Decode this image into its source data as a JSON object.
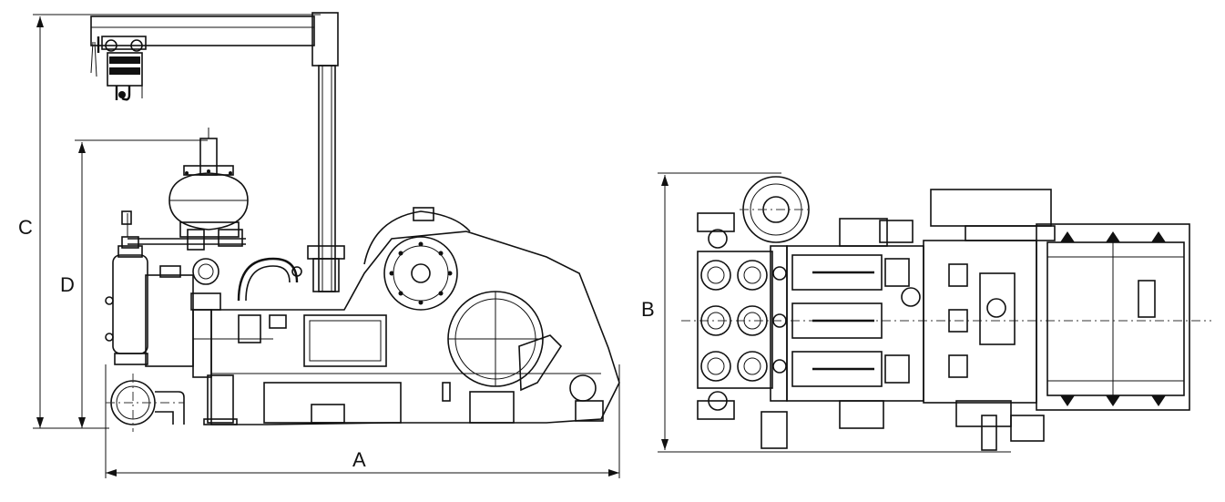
{
  "dimensions": {
    "a": "A",
    "b": "B",
    "c": "C",
    "d": "D"
  },
  "views": {
    "side": "side-elevation",
    "top": "plan-view"
  }
}
